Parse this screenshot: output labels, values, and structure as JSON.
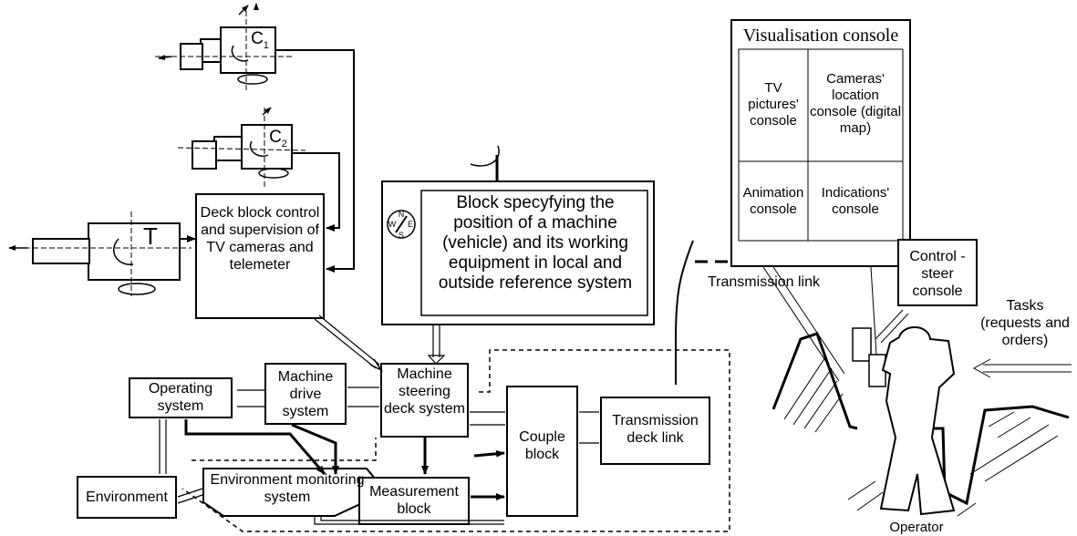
{
  "labels": {
    "deck_block": "Deck block control and supervision of TV cameras and telemeter",
    "position_block": "Block specyfying the position of a machine (vehicle) and its working equipment in local and outside reference system",
    "camera1": "C",
    "camera1_sub": "1",
    "camera2": "C",
    "camera2_sub": "2",
    "telemeter": "T",
    "operating_system": "Operating system",
    "machine_drive": "Machine drive system",
    "machine_steering": "Machine steering deck system",
    "couple_block": "Couple block",
    "transmission_deck": "Transmission deck link",
    "environment": "Environment",
    "env_monitoring": "Environment monitoring system",
    "measurement": "Measurement block",
    "transmission_link": "Transmission link",
    "control_console": "Control - steer console",
    "tasks": "Tasks (requests and orders)",
    "operator": "Operator",
    "compass": {
      "n": "N",
      "s": "S",
      "w": "W",
      "e": "E"
    }
  },
  "visualisation": {
    "title": "Visualisation console",
    "cells": [
      "TV pictures' console",
      "Cameras' location console (digital map)",
      "Animation console",
      "Indications' console"
    ]
  }
}
